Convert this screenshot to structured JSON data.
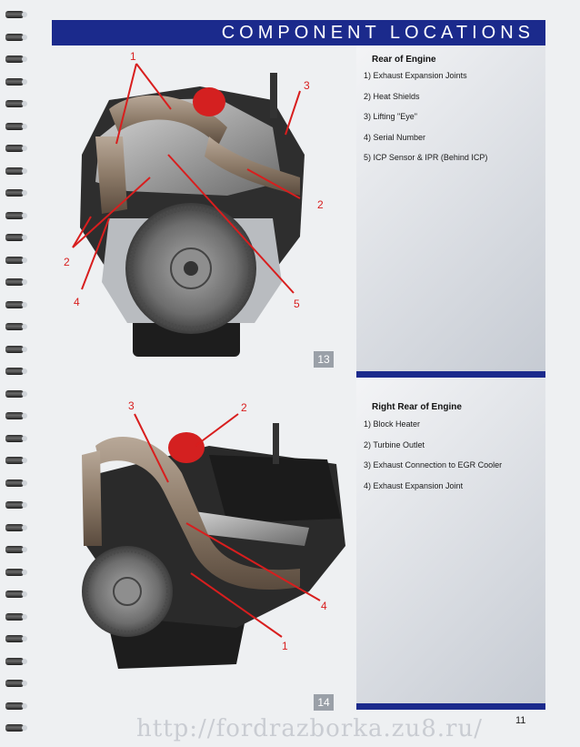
{
  "header": {
    "title": "COMPONENT LOCATIONS"
  },
  "sections": [
    {
      "title": "Rear of Engine",
      "items": [
        "1) Exhaust Expansion Joints",
        "2) Heat Shields",
        "3) Lifting \"Eye\"",
        "4) Serial Number",
        "5) ICP Sensor & IPR (Behind ICP)"
      ],
      "figure_number": "13",
      "callouts": [
        "1",
        "3",
        "2",
        "2",
        "4",
        "5"
      ]
    },
    {
      "title": "Right Rear of Engine",
      "items": [
        "1) Block Heater",
        "2) Turbine Outlet",
        "3) Exhaust Connection to EGR Cooler",
        "4) Exhaust Expansion Joint"
      ],
      "figure_number": "14",
      "callouts": [
        "3",
        "2",
        "4",
        "1"
      ]
    }
  ],
  "footer": {
    "watermark": "http://fordrazborka.zu8.ru/",
    "page_number": "11"
  },
  "colors": {
    "banner": "#1b2a8c",
    "callout_line": "#d81e1e"
  }
}
